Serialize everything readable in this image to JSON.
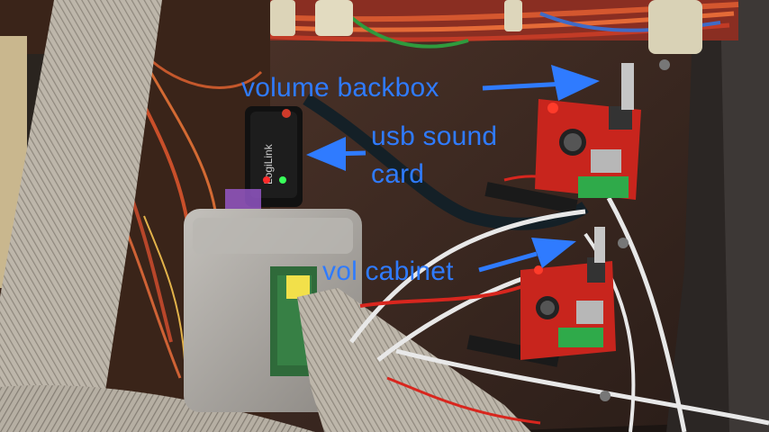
{
  "labels": {
    "volume_backbox": "volume backbox",
    "usb_sound_line1": "usb sound",
    "usb_sound_line2": "card",
    "vol_cabinet": "vol cabinet"
  },
  "device": {
    "brand_text": "LogiLink"
  },
  "colors": {
    "annotation": "#2f7bff",
    "panel": "#3a2a22",
    "amp_board": "#c8251d",
    "terminal": "#2faa4a",
    "ribbon_cable": "#b9b2a6",
    "case": "#a7a49f"
  }
}
